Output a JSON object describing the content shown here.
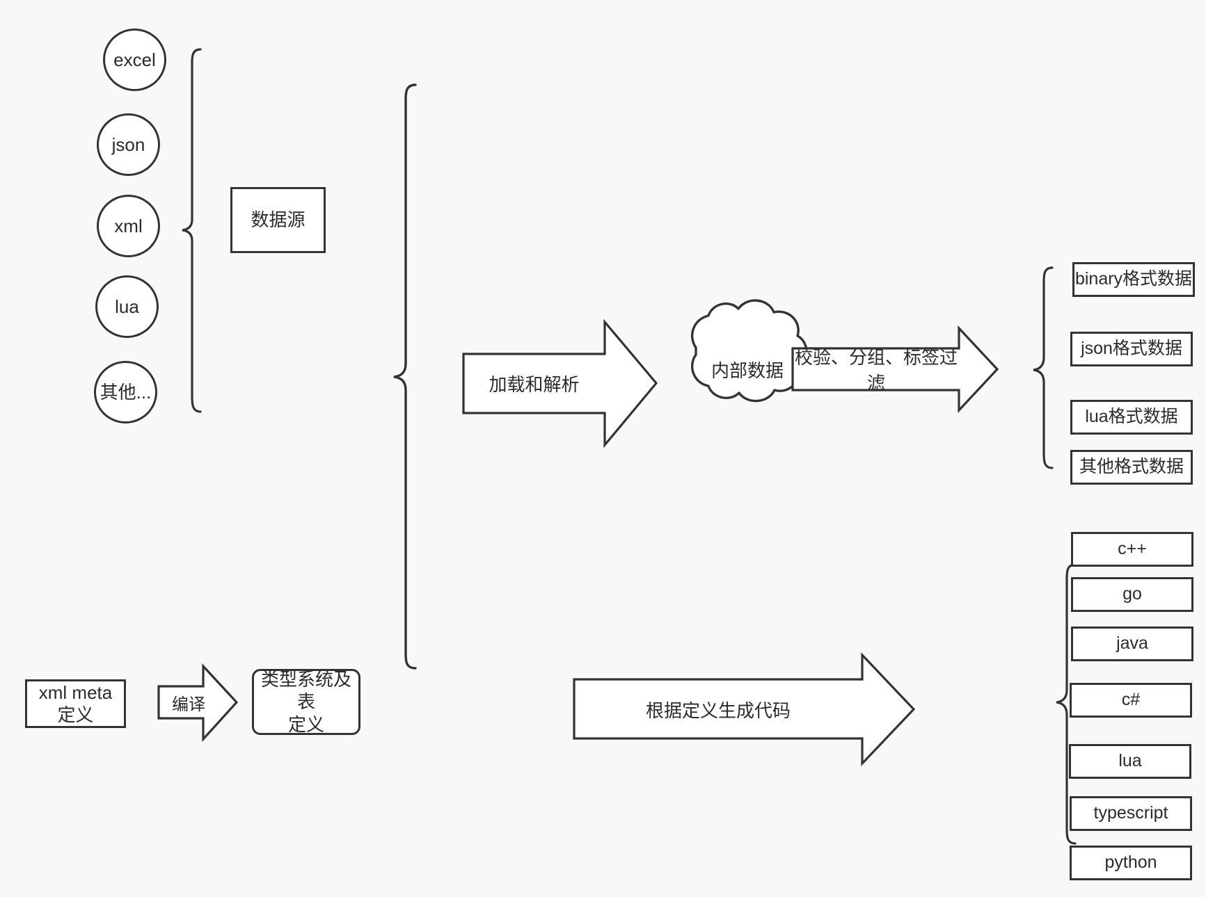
{
  "diagram": {
    "title": "data pipeline and code generation diagram",
    "background_color": "#f8f8f8",
    "stroke_color": "#333333",
    "text_color": "#2b2b2b"
  },
  "sources": {
    "group_label": "数据源",
    "items": [
      {
        "label": "excel"
      },
      {
        "label": "json"
      },
      {
        "label": "xml"
      },
      {
        "label": "lua"
      },
      {
        "label": "其他..."
      }
    ]
  },
  "meta": {
    "definition_label": "xml meta定义",
    "compile_arrow_label": "编译",
    "type_system_label": "类型系统及表\n定义"
  },
  "pipeline": {
    "load_parse_arrow_label": "加载和解析",
    "internal_data_label": "内部数据",
    "filter_arrow_label": "校验、分组、标签过滤",
    "generate_arrow_label": "根据定义生成代码"
  },
  "outputs": {
    "data_formats": [
      {
        "label": "binary格式数据"
      },
      {
        "label": "json格式数据"
      },
      {
        "label": "lua格式数据"
      },
      {
        "label": "其他格式数据"
      }
    ],
    "languages": [
      {
        "label": "c++"
      },
      {
        "label": "go"
      },
      {
        "label": "java"
      },
      {
        "label": "c#"
      },
      {
        "label": "lua"
      },
      {
        "label": "typescript"
      },
      {
        "label": "python"
      }
    ]
  }
}
